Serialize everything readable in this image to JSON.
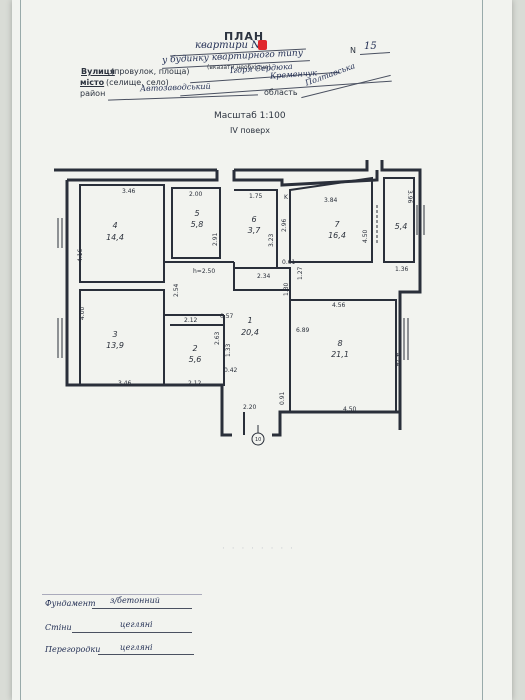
{
  "header": {
    "title": "ПЛАН",
    "apartment": "квартири N",
    "building": "у будинку квартирного типу",
    "hint": "(вказати необхідне)",
    "street_label": "Вулиця",
    "street_sub": "(провулок, площа)",
    "street_value": "Ігоря Сердюка",
    "number_label": "N",
    "number_value": "15",
    "city_label": "місто",
    "city_sub": "(селище, село)",
    "city_value": "Кременчук",
    "district_label": "район",
    "district_value": "Автозаводський",
    "region_label": "область",
    "region_value": "Полтавська",
    "scale": "Масштаб 1:100",
    "floor": "IV поверх"
  },
  "rooms": [
    {
      "num": "4",
      "area": "14,4"
    },
    {
      "num": "5",
      "area": "5,8"
    },
    {
      "num": "6",
      "area": "3,7"
    },
    {
      "num": "7",
      "area": "16,4"
    },
    {
      "num": "",
      "area": "5,4"
    },
    {
      "num": "1",
      "area": "20,4"
    },
    {
      "num": "3",
      "area": "13,9"
    },
    {
      "num": "2",
      "area": "5,6"
    },
    {
      "num": "8",
      "area": "21,1"
    }
  ],
  "dims": {
    "d346a": "3.46",
    "d200": "2.00",
    "d175": "1.75",
    "d384": "3.84",
    "d396": "3.96",
    "d416": "4.16",
    "d291": "2.91",
    "d323": "3.23",
    "d296": "2.96",
    "d450a": "4.50",
    "d250": "h=2.50",
    "d254": "2.54",
    "d234": "2.34",
    "d061": "0.61",
    "d127": "1.27",
    "d136": "1.36",
    "d400": "4.00",
    "d212a": "2.12",
    "d057": "0.57",
    "d130": "1.30",
    "d456": "4.56",
    "d689": "6.89",
    "d263": "2.63",
    "d133": "1.33",
    "d474": "4.74",
    "d042": "0.42",
    "d346b": "3.46",
    "d212b": "2.12",
    "d220": "2.20",
    "d091": "0.91",
    "d450b": "4.50",
    "entrance": "10",
    "k": "K"
  },
  "footer": {
    "foundation_label": "Фундамент",
    "foundation_value": "з/бетонний",
    "walls_label": "Стіни",
    "walls_value": "цегляні",
    "partitions_label": "Перегородки",
    "partitions_value": "цегляні"
  },
  "colors": {
    "ink": "#2a2f3a",
    "stamp": "#e0262c",
    "paper": "#f2f3ef"
  }
}
